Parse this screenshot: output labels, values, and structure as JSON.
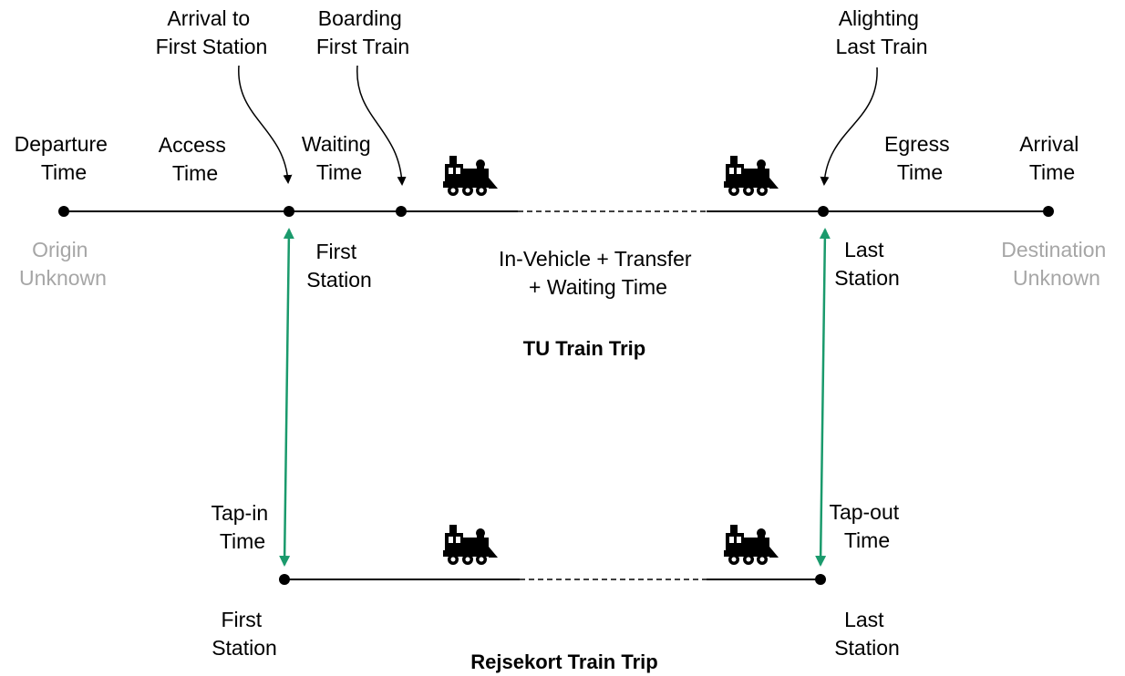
{
  "colors": {
    "line": "#000000",
    "muted_text": "#a6a6a6",
    "link_arrow": "#1a9a6c"
  },
  "icons": [
    "train-icon"
  ],
  "tu_trip": {
    "title": "TU Train Trip",
    "annotations": {
      "arrival_first_station": [
        "Arrival to",
        "First Station"
      ],
      "boarding_first_train": [
        "Boarding",
        "First Train"
      ],
      "alighting_last_train": [
        "Alighting",
        "Last Train"
      ]
    },
    "times": {
      "departure": [
        "Departure",
        "Time"
      ],
      "access": [
        "Access",
        "Time"
      ],
      "waiting": [
        "Waiting",
        "Time"
      ],
      "egress": [
        "Egress",
        "Time"
      ],
      "arrival": [
        "Arrival",
        "Time"
      ]
    },
    "origin": [
      "Origin",
      "Unknown"
    ],
    "destination": [
      "Destination",
      "Unknown"
    ],
    "first_station": [
      "First",
      "Station"
    ],
    "last_station": [
      "Last",
      "Station"
    ],
    "in_vehicle": [
      "In-Vehicle + Transfer",
      "+ Waiting Time"
    ]
  },
  "rejsekort_trip": {
    "title": "Rejsekort Train Trip",
    "tap_in": [
      "Tap-in",
      "Time"
    ],
    "tap_out": [
      "Tap-out",
      "Time"
    ],
    "first_station": [
      "First",
      "Station"
    ],
    "last_station": [
      "Last",
      "Station"
    ]
  }
}
